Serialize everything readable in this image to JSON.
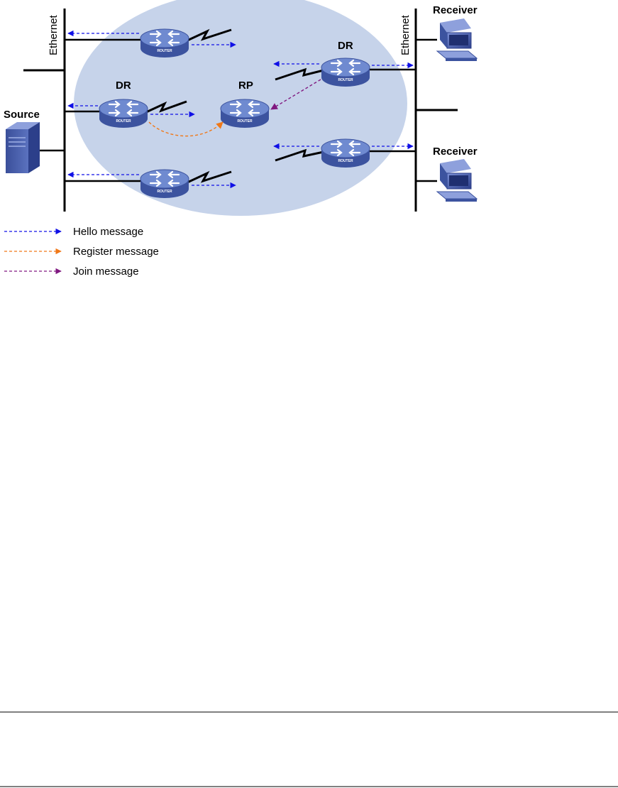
{
  "diagram": {
    "labels": {
      "left_segment": "Ethernet",
      "right_segment": "Ethernet",
      "source": "Source",
      "receiver_top": "Receiver",
      "receiver_bottom": "Receiver",
      "dr_left": "DR",
      "dr_right": "DR",
      "rp": "RP"
    },
    "router_tag": "ROUTER",
    "legend": [
      {
        "text": "Hello message",
        "color": "#1010e6"
      },
      {
        "text": "Register message",
        "color": "#f07818"
      },
      {
        "text": "Join message",
        "color": "#801880"
      }
    ],
    "colors": {
      "domain_fill": "#c6d3ea",
      "router_body": "#4f68b6",
      "router_top": "#6f8ad0",
      "hello": "#1010e6",
      "register": "#f07818",
      "join": "#801880"
    }
  }
}
